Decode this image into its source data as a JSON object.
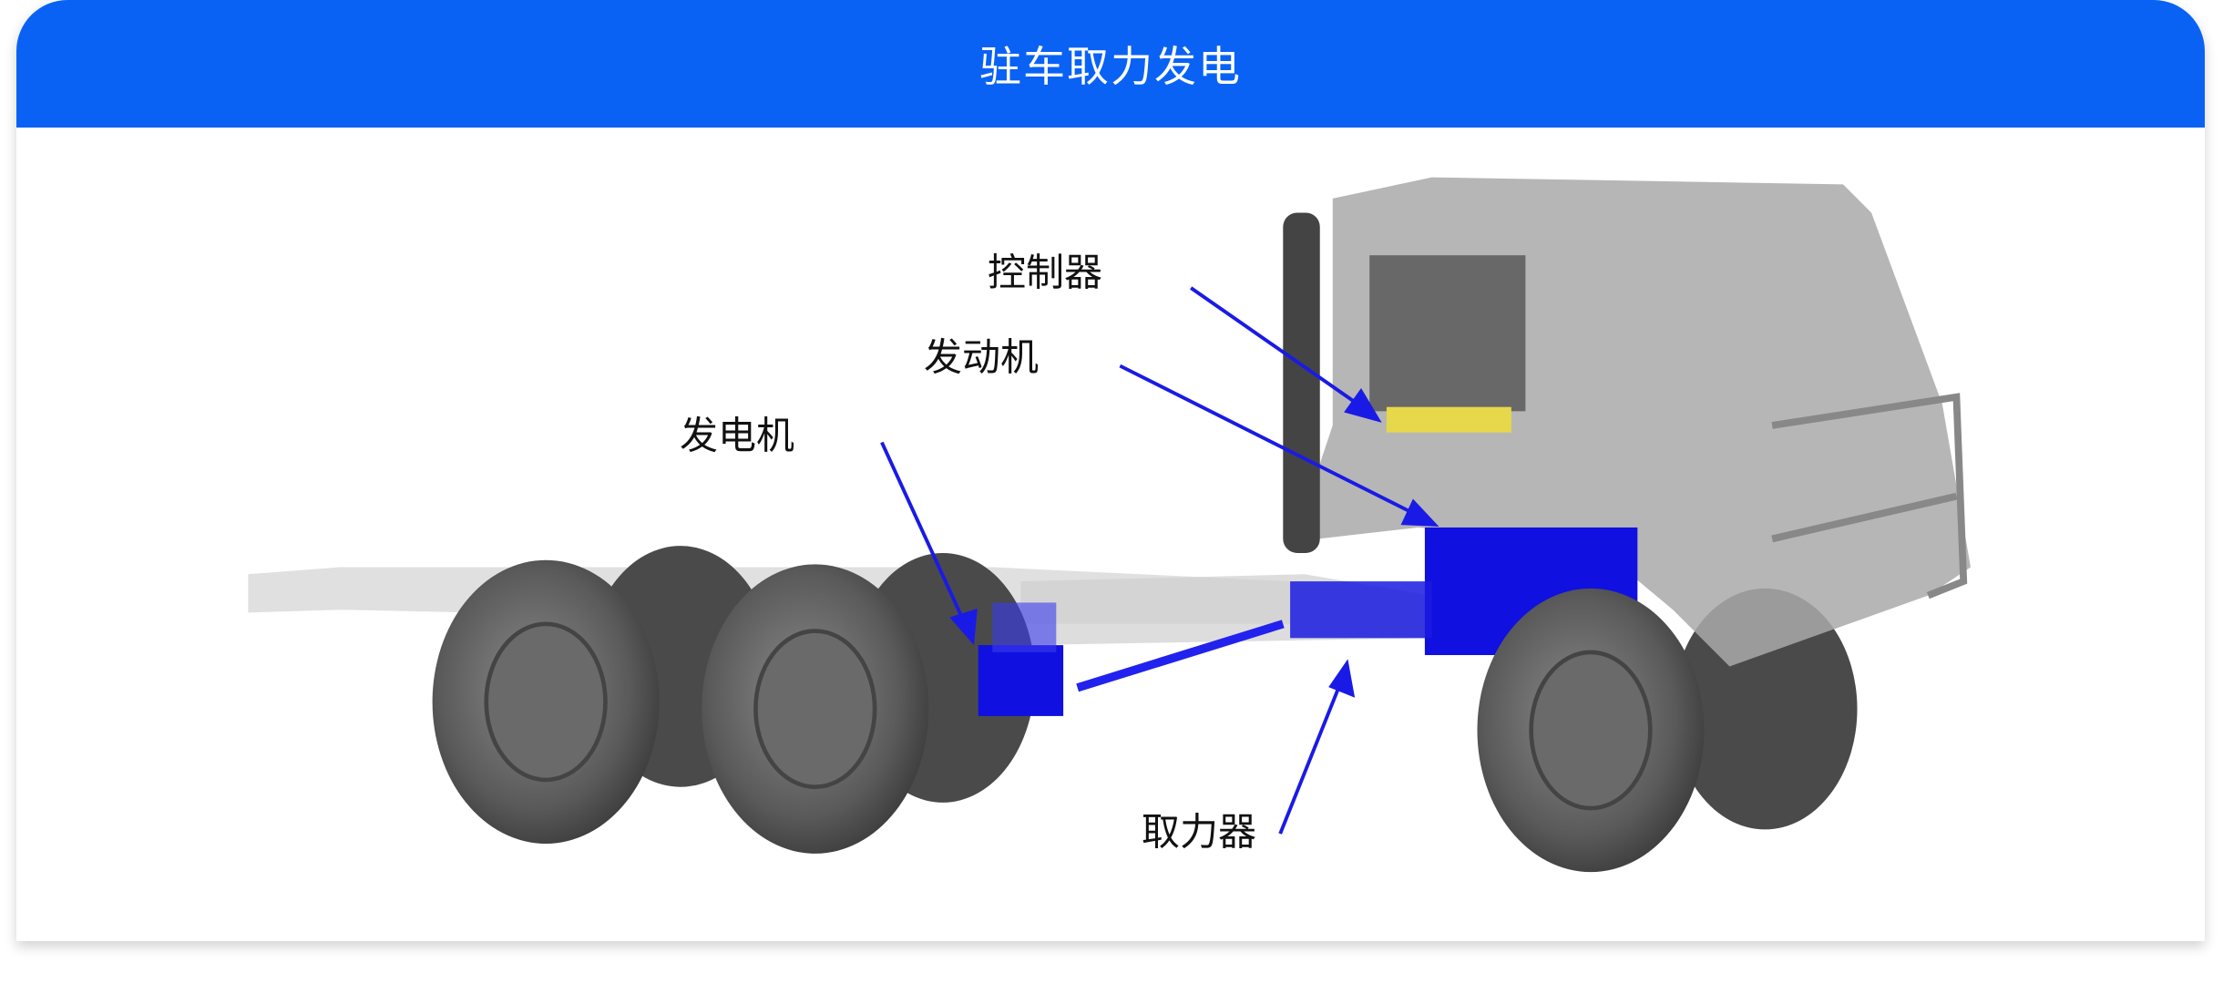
{
  "header": {
    "title": "驻车取力发电"
  },
  "labels": {
    "controller": "控制器",
    "engine": "发动机",
    "generator": "发电机",
    "pto": "取力器"
  },
  "colors": {
    "accent": "#0a62f5",
    "highlight": "#1010e0",
    "arrow": "#1a1ae6"
  }
}
